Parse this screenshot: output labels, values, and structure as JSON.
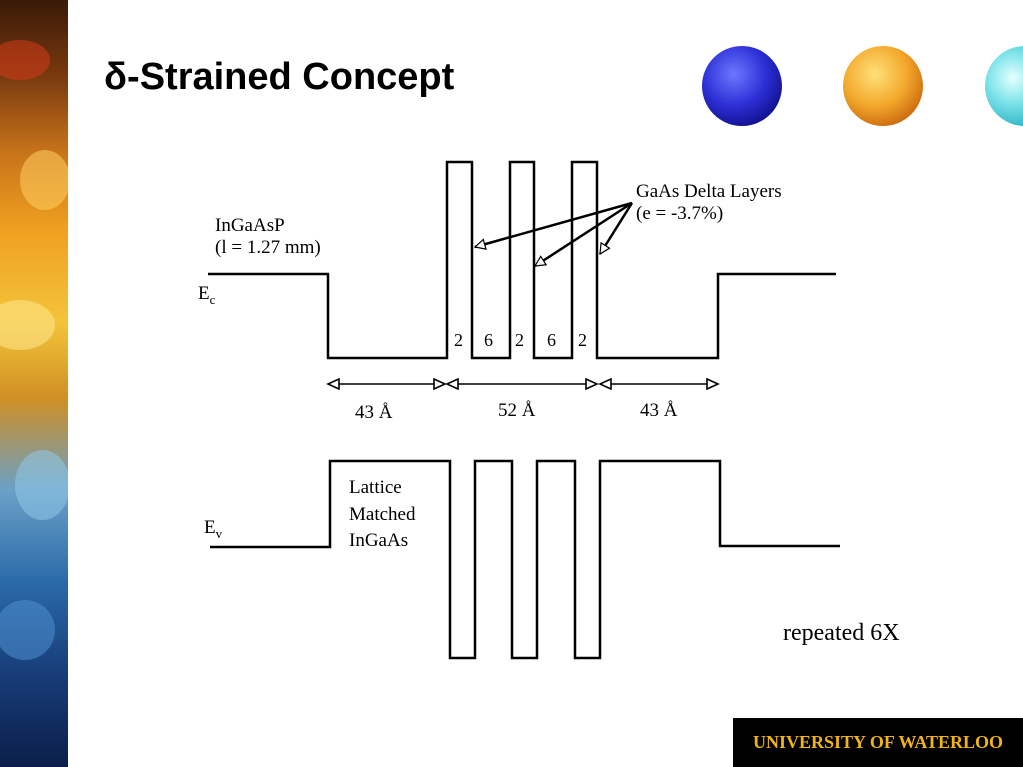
{
  "slide": {
    "title": "δ-Strained Concept"
  },
  "diagram": {
    "labels": {
      "material_line1": "InGaAsP",
      "material_line2": "(l = 1.27 mm)",
      "ec": "E",
      "ec_sub": "c",
      "ev": "E",
      "ev_sub": "v",
      "delta_line1": "GaAs Delta Layers",
      "delta_line2": "(e = -3.7%)",
      "lattice_line1": "Lattice",
      "lattice_line2": "Matched",
      "lattice_line3": "InGaAs",
      "repeat_note": "repeated 6X"
    },
    "well_widths": [
      "2",
      "6",
      "2",
      "6",
      "2"
    ],
    "dimensions": [
      "43 Å",
      "52 Å",
      "43 Å"
    ]
  },
  "footer": {
    "institution": "UNIVERSITY OF WATERLOO"
  }
}
